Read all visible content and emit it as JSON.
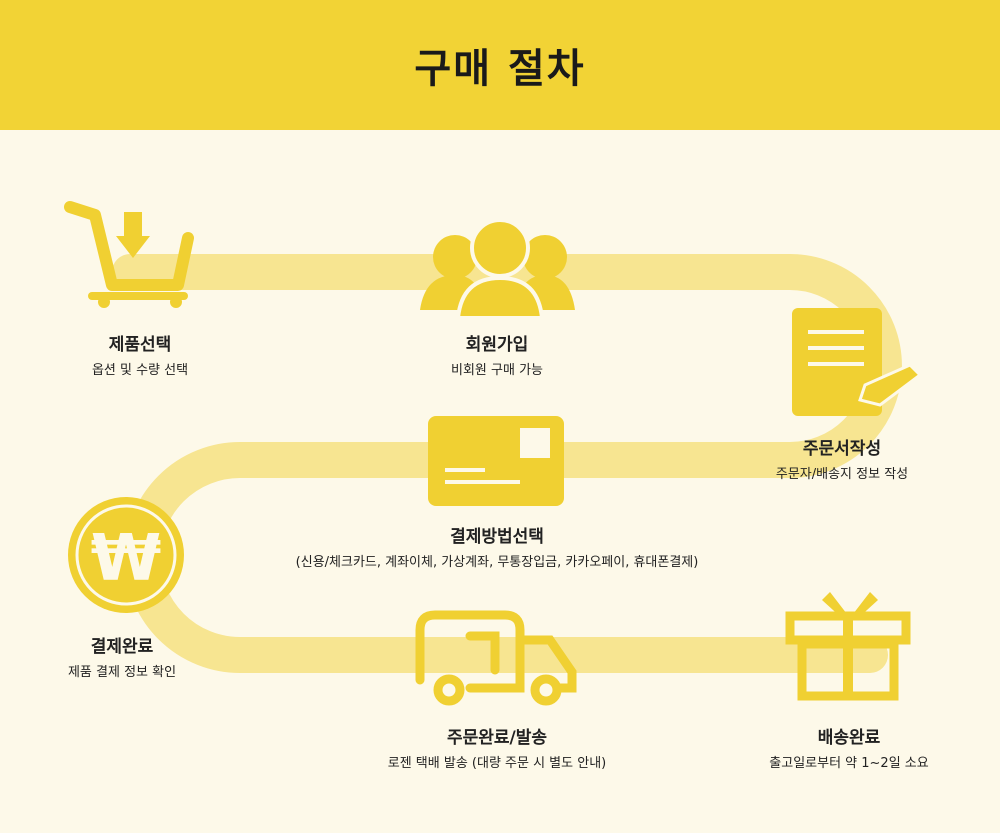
{
  "title": "구매 절차",
  "colors": {
    "header": "#f2d335",
    "background": "#fdf9e9",
    "icon": "#f0d032",
    "path": "#f7e591"
  },
  "steps": [
    {
      "icon": "cart-icon",
      "title": "제품선택",
      "desc": "옵션 및 수량 선택"
    },
    {
      "icon": "users-icon",
      "title": "회원가입",
      "desc": "비회원 구매 가능"
    },
    {
      "icon": "document-pen-icon",
      "title": "주문서작성",
      "desc": "주문자/배송지 정보 작성"
    },
    {
      "icon": "card-icon",
      "title": "결제방법선택",
      "desc": "(신용/체크카드, 계좌이체, 가상계좌, 무통장입금, 카카오페이, 휴대폰결제)"
    },
    {
      "icon": "won-coin-icon",
      "title": "결제완료",
      "desc": "제품 결제 정보 확인"
    },
    {
      "icon": "truck-icon",
      "title": "주문완료/발송",
      "desc": "로젠 택배 발송 (대량 주문 시 별도 안내)"
    },
    {
      "icon": "gift-icon",
      "title": "배송완료",
      "desc": "출고일로부터 약 1~2일 소요"
    }
  ]
}
